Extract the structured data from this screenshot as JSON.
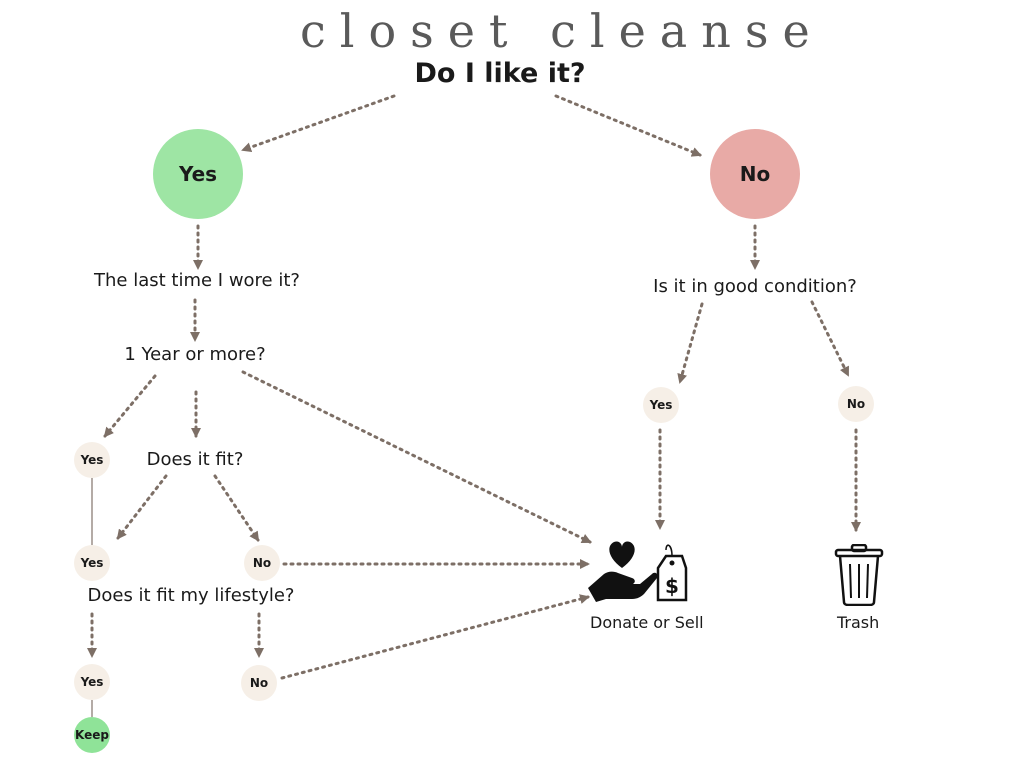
{
  "title": "closet cleanse",
  "main_question": "Do I like it?",
  "yes_branch": {
    "circle_label": "Yes",
    "q1": "The last time I wore it?",
    "q2": "1 Year or more?",
    "q3": "Does it fit?",
    "q4": "Does it fit my lifestyle?",
    "yes_label": "Yes",
    "no_label": "No",
    "keep_label": "Keep"
  },
  "no_branch": {
    "circle_label": "No",
    "q1": "Is it in good condition?",
    "yes_label": "Yes",
    "no_label": "No"
  },
  "outcomes": {
    "donate_label": "Donate or Sell",
    "trash_label": "Trash"
  },
  "icons": {
    "donate": "heart-hand-price-tag-icon",
    "trash": "trash-can-icon"
  },
  "colors": {
    "yes_green": "#9ee5a4",
    "no_red": "#e8aaa6",
    "keep_green": "#8fe398",
    "node_beige": "#f6efe7",
    "arrow": "#7d6f66"
  }
}
